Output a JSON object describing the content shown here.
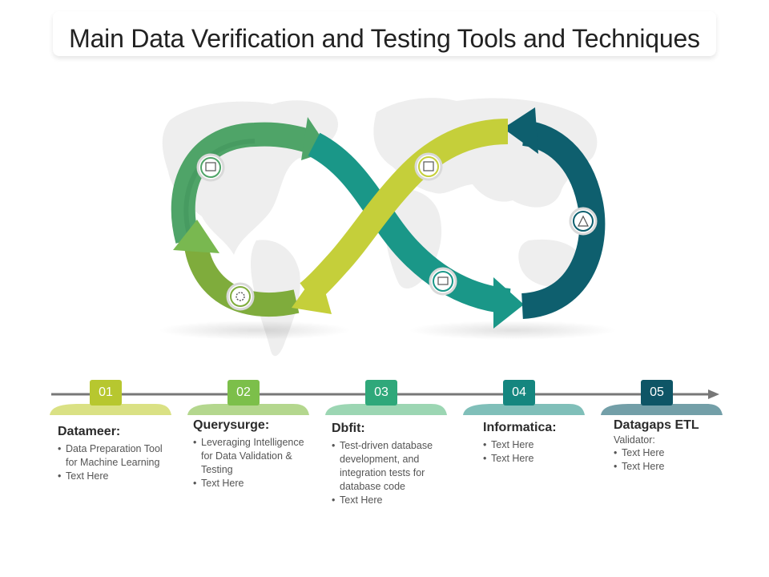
{
  "title": "Main Data Verification and Testing Tools and Techniques",
  "colors": {
    "lime": "#c5cf3a",
    "green": "#5fb86a",
    "mid_green": "#4fa468",
    "teal": "#1a9788",
    "dark_teal": "#0e5f6e",
    "olive_green": "#7fac3c",
    "timeline": "#777777"
  },
  "steps": [
    {
      "number": "01",
      "color": "#b7c72f",
      "heading": "Datameer:",
      "subheading": "",
      "bullets": [
        "Data Preparation Tool for Machine Learning",
        "Text Here"
      ]
    },
    {
      "number": "02",
      "color": "#7cbf4a",
      "heading": "Querysurge:",
      "subheading": "",
      "bullets": [
        "Leveraging Intelligence for Data Validation & Testing",
        "Text Here"
      ]
    },
    {
      "number": "03",
      "color": "#2fa87a",
      "heading": "Dbfit:",
      "subheading": "",
      "bullets": [
        "Test-driven database development, and integration tests for database code",
        "Text Here"
      ]
    },
    {
      "number": "04",
      "color": "#15867f",
      "heading": "Informatica:",
      "subheading": "",
      "bullets": [
        "Text Here",
        "Text Here"
      ]
    },
    {
      "number": "05",
      "color": "#0e5566",
      "heading": "Datagaps ETL",
      "subheading": "Validator:",
      "bullets": [
        "Text Here",
        "Text Here"
      ]
    }
  ],
  "icons": [
    "monitor-chart-icon",
    "gear-settings-icon",
    "dashboard-icon",
    "presentation-icon",
    "network-icon"
  ]
}
